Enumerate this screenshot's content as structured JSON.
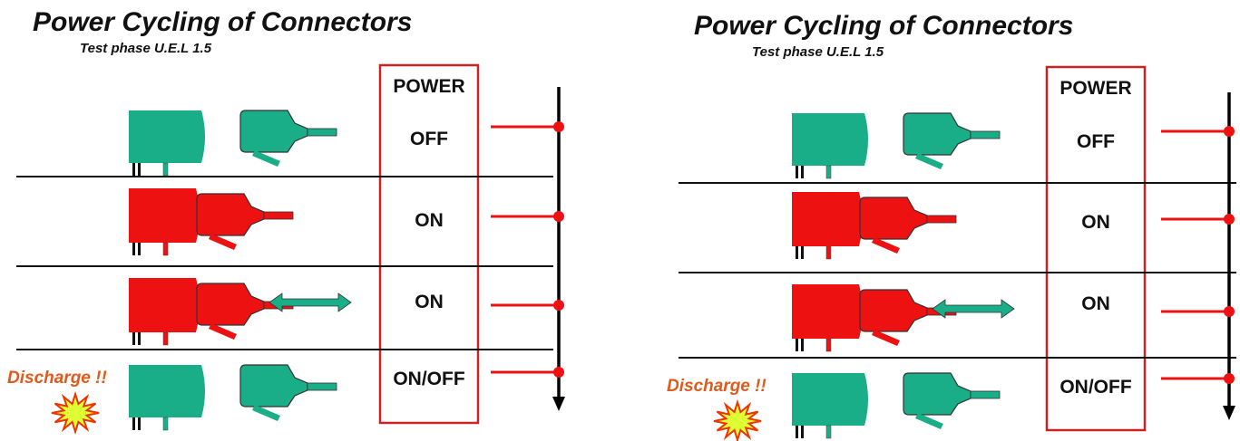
{
  "title": "Power Cycling of Connectors",
  "subtitle": "Test phase U.E.L 1.5",
  "power_header": "POWER",
  "rows": [
    {
      "state": "OFF",
      "mated": false,
      "moving": false,
      "discharge": false
    },
    {
      "state": "ON",
      "mated": true,
      "moving": false,
      "discharge": false
    },
    {
      "state": "ON",
      "mated": true,
      "moving": true,
      "discharge": false
    },
    {
      "state": "ON/OFF",
      "mated": false,
      "moving": false,
      "discharge": true
    }
  ],
  "discharge_label": "Discharge !!",
  "colors": {
    "unmated": "#1aae88",
    "mated": "#ee1111",
    "box": "#cc2222",
    "tick": "#ee1111",
    "timeline": "#000000",
    "spark": "#ddff33",
    "spark_outline": "#ee3300",
    "discharge": "#e05a1c"
  },
  "icons": [
    "connector-socket-icon",
    "connector-plug-icon",
    "double-arrow-icon",
    "spark-icon",
    "timeline-arrow-icon"
  ]
}
